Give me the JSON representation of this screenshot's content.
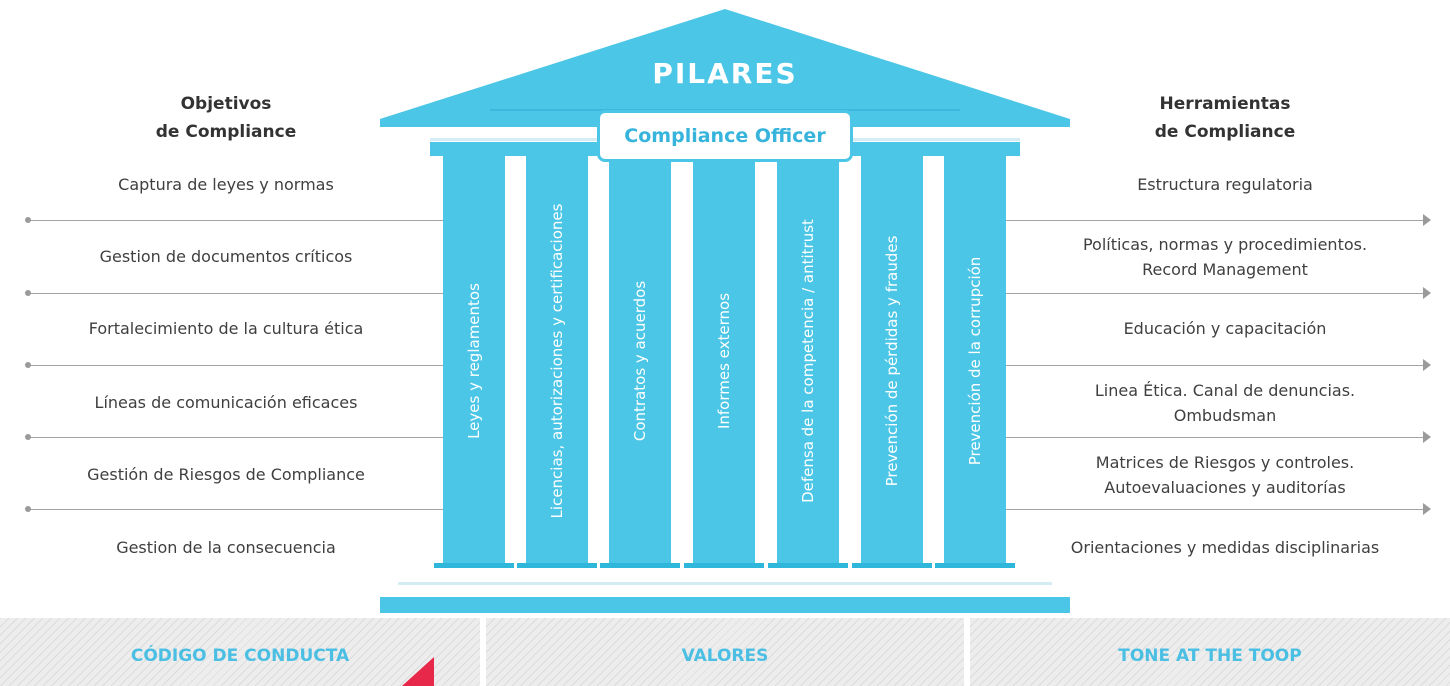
{
  "temple": {
    "title": "PILARES",
    "officer_label": "Compliance Officer",
    "color": "#4bc6e6"
  },
  "left_column": {
    "heading_line1": "Objetivos",
    "heading_line2": "de Compliance",
    "items": [
      "Captura de leyes y normas",
      "Gestion de documentos críticos",
      "Fortalecimiento de la cultura ética",
      "Líneas de comunicación eficaces",
      "Gestión de Riesgos de Compliance",
      "Gestion de la consecuencia"
    ]
  },
  "right_column": {
    "heading_line1": "Herramientas",
    "heading_line2": "de Compliance",
    "items": [
      [
        "Estructura regulatoria"
      ],
      [
        "Políticas, normas y procedimientos.",
        "Record Management"
      ],
      [
        "Educación y capacitación"
      ],
      [
        "Linea Ética. Canal de denuncias.",
        "Ombudsman"
      ],
      [
        "Matrices de Riesgos y controles.",
        "Autoevaluaciones y auditorías"
      ],
      [
        "Orientaciones y medidas disciplinarias"
      ]
    ]
  },
  "pillars": [
    "Leyes y reglamentos",
    "Licencias, autorizaciones y certificaciones",
    "Contratos y acuerdos",
    "Informes externos",
    "Defensa de la competencia / antitrust",
    "Prevención de pérdidas y fraudes",
    "Prevención de la corrupción"
  ],
  "foundation": [
    "CÓDIGO DE CONDUCTA",
    "VALORES",
    "TONE AT THE TOOP"
  ]
}
